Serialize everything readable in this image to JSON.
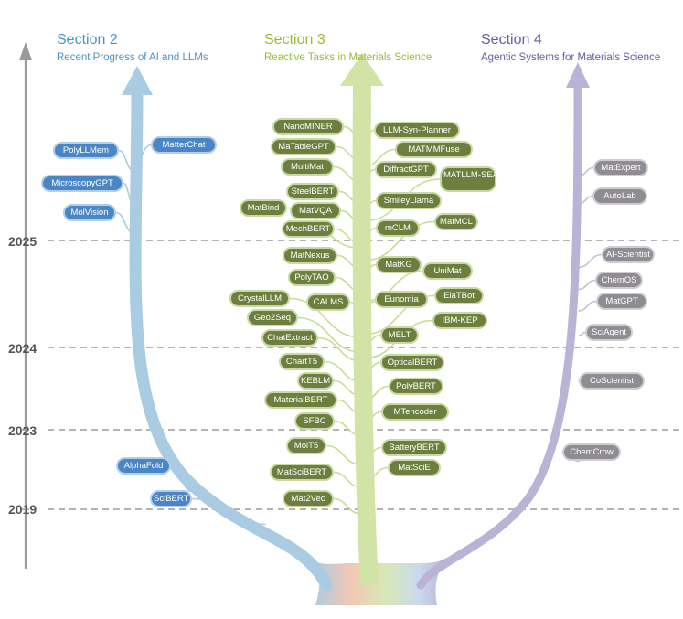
{
  "sections": [
    {
      "id": "s2",
      "title": "Section 2",
      "subtitle": "Recent Progress of AI and LLMs"
    },
    {
      "id": "s3",
      "title": "Section 3",
      "subtitle": "Reactive Tasks in Materials Science"
    },
    {
      "id": "s4",
      "title": "Section 4",
      "subtitle": "Agentic Systems for Materials Science"
    }
  ],
  "years": [
    "2025",
    "2024",
    "2023",
    "2019"
  ],
  "colors": {
    "section2": "#4a86c6",
    "section3": "#6c7f3f",
    "section4": "#8f8c92",
    "trunk2": "#a9cce2",
    "trunk3": "#d2e3a6",
    "trunk4": "#b9b3d6",
    "axis": "#9a9a9a"
  },
  "section2_models": [
    "PolyLLMem",
    "MatterChat",
    "MicroscopyGPT",
    "MolVision",
    "AlphaFold",
    "SciBERT"
  ],
  "section3_models": [
    "NanoMINER",
    "LLM-Syn-Planner",
    "MaTableGPT",
    "MATMMFuse",
    "MultiMat",
    "DiffractGPT",
    "MATLLM-SEARCH",
    "SteelBERT",
    "SmileyLlama",
    "MatBind",
    "MatVQA",
    "mCLM",
    "MatMCL",
    "MechBERT",
    "MatNexus",
    "MatKG",
    "UniMat",
    "PolyTAO",
    "CrystalLLM",
    "CALMS",
    "Eunomia",
    "ElaTBot",
    "Geo2Seq",
    "MELT",
    "IBM-KEP",
    "ChatExtract",
    "ChartT5",
    "OpticalBERT",
    "KEBLM",
    "PolyBERT",
    "MaterialBERT",
    "SFBC",
    "MTencoder",
    "MolT5",
    "BatteryBERT",
    "MatSciBERT",
    "MatSciE",
    "Mat2Vec"
  ],
  "section4_models": [
    "MatExpert",
    "AutoLab",
    "AI-Scientist",
    "ChemOS",
    "MatGPT",
    "SciAgent",
    "CoScientist",
    "ChemCrow"
  ]
}
